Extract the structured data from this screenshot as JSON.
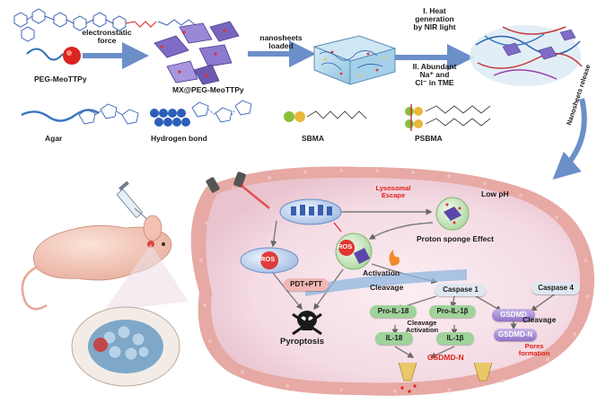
{
  "colors": {
    "cell_membrane": "#e7a9a4",
    "cytoplasm": "#f6e3ea",
    "arrow_blue": "#6b8fc9",
    "ros_red": "#e0201c",
    "pill_green": "#9fd39a",
    "pill_pink": "#f2b6b3",
    "gsdmd_purple": "#b49ad9"
  },
  "icons": [
    "ppy-polymer-structure-icon",
    "nanosheet-icon",
    "hydrogel-block-icon",
    "mouse-icon",
    "syringe-icon",
    "laser-icon",
    "skull-icon",
    "eye-icon",
    "pore-icon"
  ],
  "labels": {
    "electrostatic": "electronstatic\nforce",
    "peg_meottpy": "PEG-MeoTTPy",
    "mx_peg": "MX@PEG-MeoTTPy",
    "nanosheets_loaded": "nanosheets\nloaded",
    "step1": "I. Heat\ngeneration\nby NIR light",
    "step2": "II. Abundant\nNa⁺ and\nCl⁻ in TME",
    "agar": "Agar",
    "hbond": "Hydrogen bond",
    "sbma": "SBMA",
    "psbma": "PSBMA",
    "nanosheets_release": "Nanosheets release",
    "lysosomal": "Lysosomal\nEscape",
    "low_ph": "Low pH",
    "proton": "Proton sponge Effect",
    "ros1": "ROS",
    "ros2": "ROS",
    "activation": "Activation",
    "cleavage1": "Cleavage",
    "pdt_ptt": "PDT+PTT",
    "caspase1": "Caspase 1",
    "caspase4": "Caspase 4",
    "pro_il18": "Pro-IL-18",
    "pro_il1b": "Pro-IL-1β",
    "gsdmd": "GSDMD",
    "cleavage_activation": "Cleavage\nActivation",
    "cleavage2": "Cleavage",
    "il18": "IL-18",
    "il1b": "IL-1β",
    "gsdmd_n1": "GSDMD-N",
    "gsdmd_n2": "GSDMD-N",
    "pores": "Pores\nformation",
    "pyroptosis": "Pyroptosis"
  }
}
